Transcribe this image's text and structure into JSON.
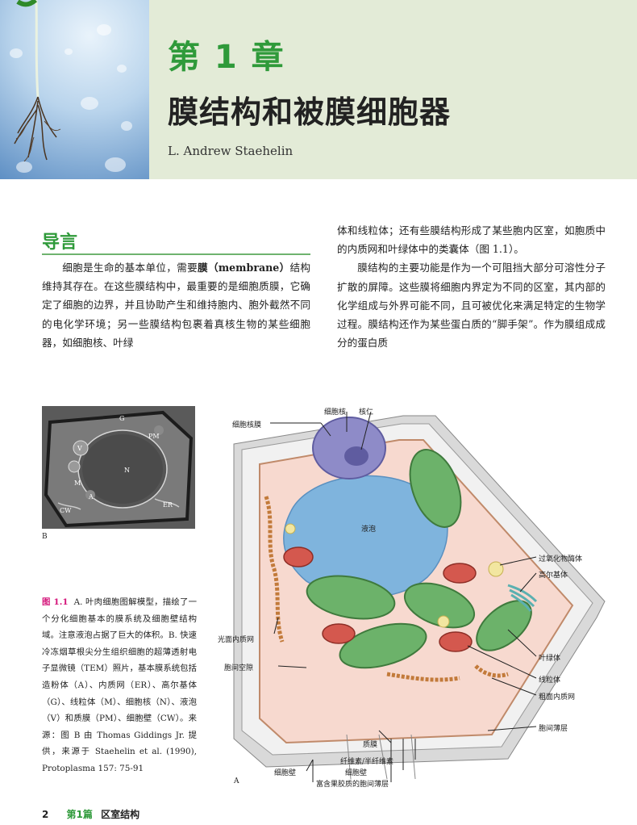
{
  "header": {
    "chapter_number": "第 1 章",
    "chapter_title": "膜结构和被膜细胞器",
    "author": "L. Andrew Staehelin"
  },
  "intro": {
    "heading": "导言",
    "left_text_before": "细胞是生命的基本单位，需要",
    "left_term": "膜",
    "left_term_en": "（membrane）",
    "left_text_after": "结构维持其存在。在这些膜结构中，最重要的是细胞质膜，它确定了细胞的边界，并且协助产生和维持胞内、胞外截然不同的电化学环境；另一些膜结构包裹着真核生物的某些细胞器，如细胞核、叶绿",
    "right_p1": "体和线粒体；还有些膜结构形成了某些胞内区室，如胞质中的内质网和叶绿体中的类囊体（图 1.1）。",
    "right_p2": "膜结构的主要功能是作为一个可阻挡大部分可溶性分子扩散的屏障。这些膜将细胞内界定为不同的区室，其内部的化学组成与外界可能不同，且可被优化来满足特定的生物学过程。膜结构还作为某些蛋白质的“脚手架”。作为膜组成成分的蛋白质"
  },
  "figure": {
    "label_b": "B",
    "label_a": "A",
    "tem_labels": [
      "G",
      "PM",
      "N",
      "V",
      "M",
      "A",
      "CW",
      "ER"
    ],
    "caption_no": "图 1.1",
    "caption_text": "A. 叶肉细胞图解模型，描绘了一个分化细胞基本的膜系统及细胞壁结构域。注意液泡占据了巨大的体积。B. 快速冷冻烟草根尖分生组织细胞的超薄透射电子显微镜（TEM）照片，基本膜系统包括造粉体（A）、内质网（ER）、高尔基体（G）、线粒体（M）、细胞核（N）、液泡（V）和质膜（PM）、细胞壁（CW）。来源：图 B 由 Thomas Giddings Jr. 提供，来源于 Staehelin et al. (1990), Protoplasma 157: 75-91",
    "labels": {
      "nuclear_envelope": "细胞核膜",
      "nucleus": "细胞核",
      "nucleolus": "核仁",
      "vacuole": "液泡",
      "peroxisome": "过氧化物酶体",
      "golgi": "高尔基体",
      "smooth_er": "光面内质网",
      "intercellular_space": "胞间空隙",
      "chloroplast": "叶绿体",
      "mitochondrion": "线粒体",
      "rough_er": "粗面内质网",
      "middle_lamella": "胞间薄层",
      "plasma_membrane": "质膜",
      "cell_wall": "细胞壁",
      "cellulose": "纤维素/半纤维素",
      "cell_wall_2": "细胞壁",
      "pectin_lamella": "富含果胶质的胞间薄层"
    }
  },
  "footer": {
    "page": "2",
    "section": "第1篇",
    "section_name": "区室结构"
  },
  "colors": {
    "accent_green": "#2f9a3a",
    "caption_magenta": "#d4147a",
    "header_bg": "#e3ebd7"
  }
}
